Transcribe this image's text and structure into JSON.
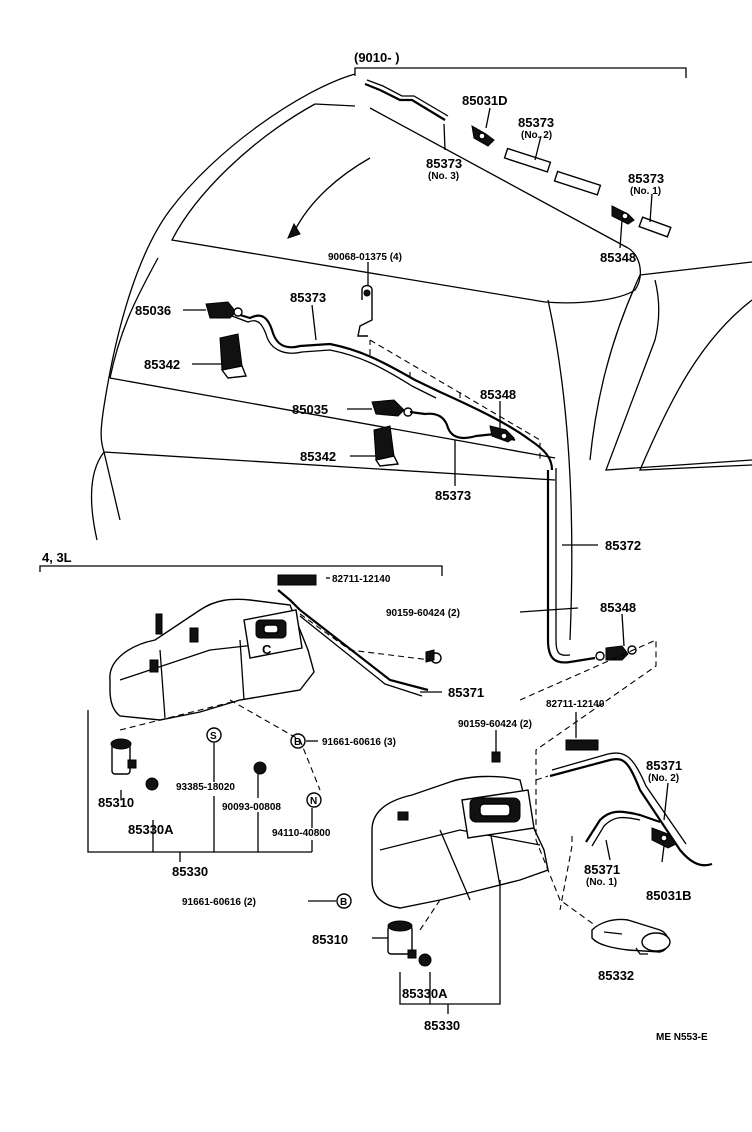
{
  "groups": {
    "top_range": "(9010-        )",
    "left_engine": "4, 3L"
  },
  "callouts": [
    {
      "id": "c1",
      "text": "85031D"
    },
    {
      "id": "c2",
      "text": "85373",
      "sub": "(No. 2)"
    },
    {
      "id": "c3",
      "text": "85373",
      "sub": "(No. 3)"
    },
    {
      "id": "c4",
      "text": "85373",
      "sub": "(No. 1)"
    },
    {
      "id": "c5",
      "text": "85348"
    },
    {
      "id": "c6",
      "text": "90068-01375 (4)"
    },
    {
      "id": "c7",
      "text": "85036"
    },
    {
      "id": "c8",
      "text": "85373"
    },
    {
      "id": "c9",
      "text": "85342"
    },
    {
      "id": "c10",
      "text": "85348"
    },
    {
      "id": "c11",
      "text": "85035"
    },
    {
      "id": "c12",
      "text": "85342"
    },
    {
      "id": "c13",
      "text": "85373"
    },
    {
      "id": "c14",
      "text": "85372"
    },
    {
      "id": "c15",
      "text": "82711-12140"
    },
    {
      "id": "c16",
      "text": "90159-60424 (2)"
    },
    {
      "id": "c17",
      "text": "85348"
    },
    {
      "id": "c18",
      "text": "85371"
    },
    {
      "id": "c19",
      "text": "82711-12140"
    },
    {
      "id": "c20",
      "text": "91661-60616 (3)"
    },
    {
      "id": "c21",
      "text": "90159-60424 (2)"
    },
    {
      "id": "c22",
      "text": "85310"
    },
    {
      "id": "c23",
      "text": "93385-18020"
    },
    {
      "id": "c24",
      "text": "90093-00808"
    },
    {
      "id": "c25",
      "text": "94110-40800"
    },
    {
      "id": "c26",
      "text": "85330A"
    },
    {
      "id": "c27",
      "text": "85330"
    },
    {
      "id": "c28",
      "text": "85371",
      "sub": "(No. 2)"
    },
    {
      "id": "c29",
      "text": "85371",
      "sub": "(No. 1)"
    },
    {
      "id": "c30",
      "text": "85031B"
    },
    {
      "id": "c31",
      "text": "91661-60616 (2)"
    },
    {
      "id": "c32",
      "text": "85310"
    },
    {
      "id": "c33",
      "text": "85332"
    },
    {
      "id": "c34",
      "text": "85330A"
    },
    {
      "id": "c35",
      "text": "85330"
    }
  ],
  "symbols": {
    "bolt_b": "B",
    "screw_s": "S",
    "nut_n": "N",
    "bracket_c": "C"
  },
  "footer": {
    "code": "ME N553-E"
  }
}
